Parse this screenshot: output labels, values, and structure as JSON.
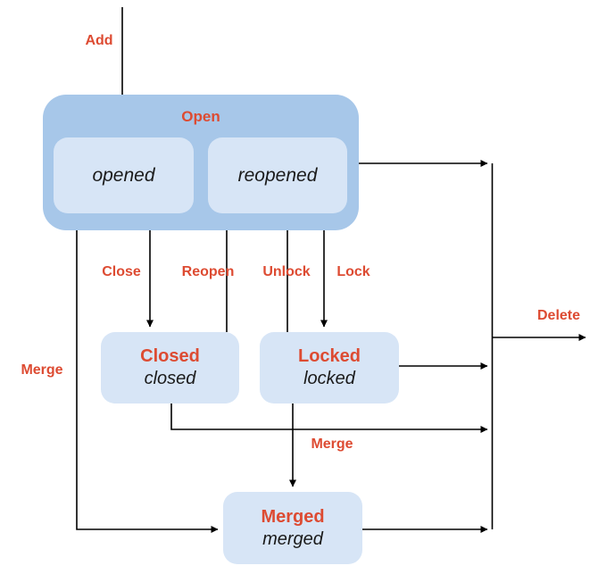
{
  "colors": {
    "group_fill": "#a7c7e9",
    "state_fill": "#d7e5f6",
    "label_red": "#dd4b32",
    "line_color": "#000000",
    "text_dark": "#1a1a1a",
    "page_bg": "#ffffff"
  },
  "nodes": {
    "open_group": {
      "label": "Open"
    },
    "opened": {
      "label": "opened"
    },
    "reopened": {
      "label": "reopened"
    },
    "closed": {
      "title": "Closed",
      "subtitle": "closed"
    },
    "locked": {
      "title": "Locked",
      "subtitle": "locked"
    },
    "merged": {
      "title": "Merged",
      "subtitle": "merged"
    }
  },
  "edge_labels": {
    "add": "Add",
    "close": "Close",
    "reopen": "Reopen",
    "unlock": "Unlock",
    "lock": "Lock",
    "merge_left": "Merge",
    "merge_bottom": "Merge",
    "delete": "Delete"
  }
}
